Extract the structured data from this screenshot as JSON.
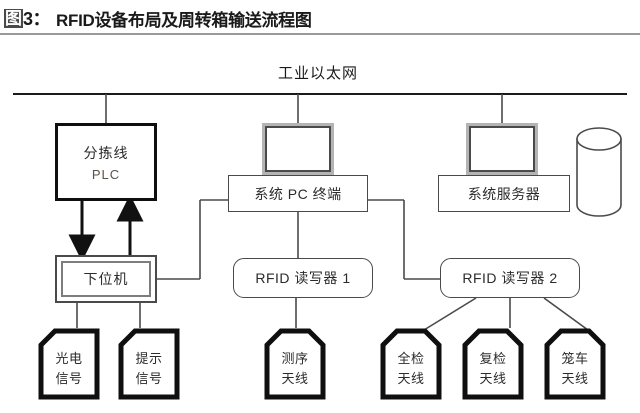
{
  "title": {
    "badge": "图",
    "number": "3：",
    "text": "RFID设备布局及周转箱输送流程图"
  },
  "diagram": {
    "bus_label": "工业以太网",
    "nodes": {
      "plc": {
        "line1": "分拣线",
        "line2": "PLC"
      },
      "lower_computer": {
        "label": "下位机"
      },
      "pc_terminal": {
        "label": "系统 PC 终端"
      },
      "server": {
        "label": "系统服务器"
      },
      "reader1": {
        "label": "RFID 读写器 1"
      },
      "reader2": {
        "label": "RFID 读写器 2"
      }
    },
    "tags": [
      {
        "id": "photo",
        "line1": "光电",
        "line2": "信号"
      },
      {
        "id": "prompt",
        "line1": "提示",
        "line2": "信号"
      },
      {
        "id": "seq",
        "line1": "测序",
        "line2": "天线"
      },
      {
        "id": "full",
        "line1": "全检",
        "line2": "天线"
      },
      {
        "id": "re",
        "line1": "复检",
        "line2": "天线"
      },
      {
        "id": "cage",
        "line1": "笼车",
        "line2": "天线"
      }
    ],
    "colors": {
      "line": "#1a1a1a",
      "thin_line": "#4a4a4a",
      "badge_bg": "#4a4a4a",
      "rule": "#9a9a9a"
    }
  }
}
